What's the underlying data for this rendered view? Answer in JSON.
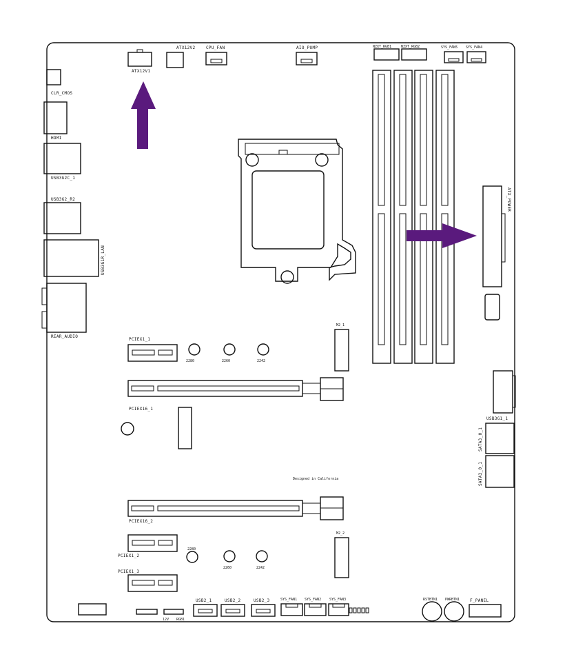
{
  "labels": {
    "atx12v1": "ATX12V1",
    "atx12v2": "ATX12V2",
    "cpu_fan": "CPU_FAN",
    "aio_pump": "AIO_PUMP",
    "nzxt_rgb1": "NZXT_RGB1",
    "nzxt_rgb2": "NZXT_RGB2",
    "sys_fan5": "SYS_FAN5",
    "sys_fan4": "SYS_FAN4",
    "clr_cmos": "CLR_CMOS",
    "hdmi": "HDMI",
    "usb3g2c_1": "USB3G2C_1",
    "usb3g2_r2": "USB3G2_R2",
    "usb3g1r_lan": "USB3G1R_LAN",
    "rear_audio": "REAR_AUDIO",
    "atx_power": "ATX_POWER",
    "m2_1": "M2_1",
    "m2_2": "M2_2",
    "pciex1_1": "PCIEX1_1",
    "pciex16_1": "PCIEX16_1",
    "pciex16_2": "PCIEX16_2",
    "pciex1_2": "PCIEX1_2",
    "pciex1_3": "PCIEX1_3",
    "m2_len_2280_a": "2280",
    "m2_len_2260_a": "2260",
    "m2_len_2242_a": "2242",
    "m2_len_2280_b": "2280",
    "m2_len_2260_b": "2260",
    "m2_len_2242_b": "2242",
    "usb3g1_1": "USB3G1_1",
    "sata3_0_1": "SATA3_0_1",
    "sata3_0_1b": "SATA3_0_1",
    "designed": "Designed in California",
    "rstbtn1": "RSTBTN1",
    "pwrbtn1": "PWRBTN1",
    "f_panel": "F_PANEL",
    "usb2_1": "USB2_1",
    "usb2_2": "USB2_2",
    "usb2_3": "USB2_3",
    "sys_fan1": "SYS_FAN1",
    "sys_fan2": "SYS_FAN2",
    "sys_fan3": "SYS_FAN3",
    "rgb_12v": "12V",
    "rgb_rgb1": "RGB1"
  },
  "colors": {
    "arrow": "#5a1a7d",
    "outline": "#111111"
  },
  "icons": {
    "up_arrow": "up-arrow-icon",
    "right_arrow": "right-arrow-icon"
  }
}
